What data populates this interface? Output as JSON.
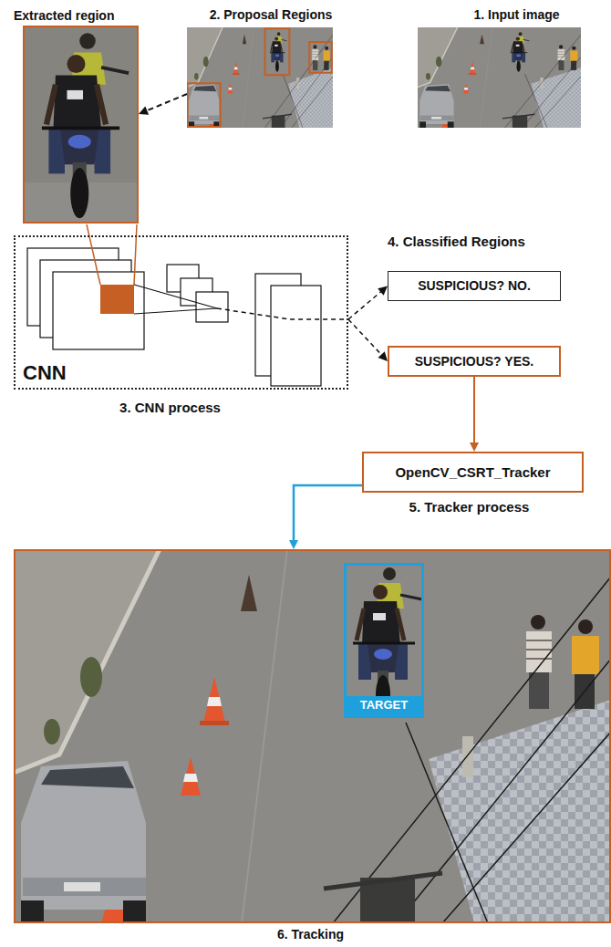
{
  "diagram": {
    "nodes": [
      {
        "text": [
          "Extracted region"
        ]
      },
      {
        "text": [
          "2. Proposal Regions"
        ]
      },
      {
        "text": [
          "1. Input image"
        ]
      },
      {
        "text": [
          "CNN",
          "3. CNN process"
        ]
      },
      {
        "text": [
          "SUSPICIOUS? NO."
        ]
      },
      {
        "text": [
          "SUSPICIOUS? YES."
        ]
      },
      {
        "text": [
          "OpenCV_CSRT_Tracker",
          "5. Tracker process"
        ]
      },
      {
        "text": [
          "6. Tracking"
        ]
      },
      {
        "text": [
          "TARGET"
        ],
        "in": 7
      }
    ],
    "edges": [
      {
        "from": 1,
        "to": 0,
        "arrow": "to"
      },
      {
        "from": 3,
        "to": 4,
        "arrow": "to"
      },
      {
        "from": 3,
        "to": 5,
        "arrow": "to"
      },
      {
        "from": 5,
        "to": 6,
        "arrow": "to"
      },
      {
        "from": 6,
        "to": 7,
        "arrow": "to"
      }
    ],
    "labels": [
      "4. Classified Regions"
    ]
  }
}
